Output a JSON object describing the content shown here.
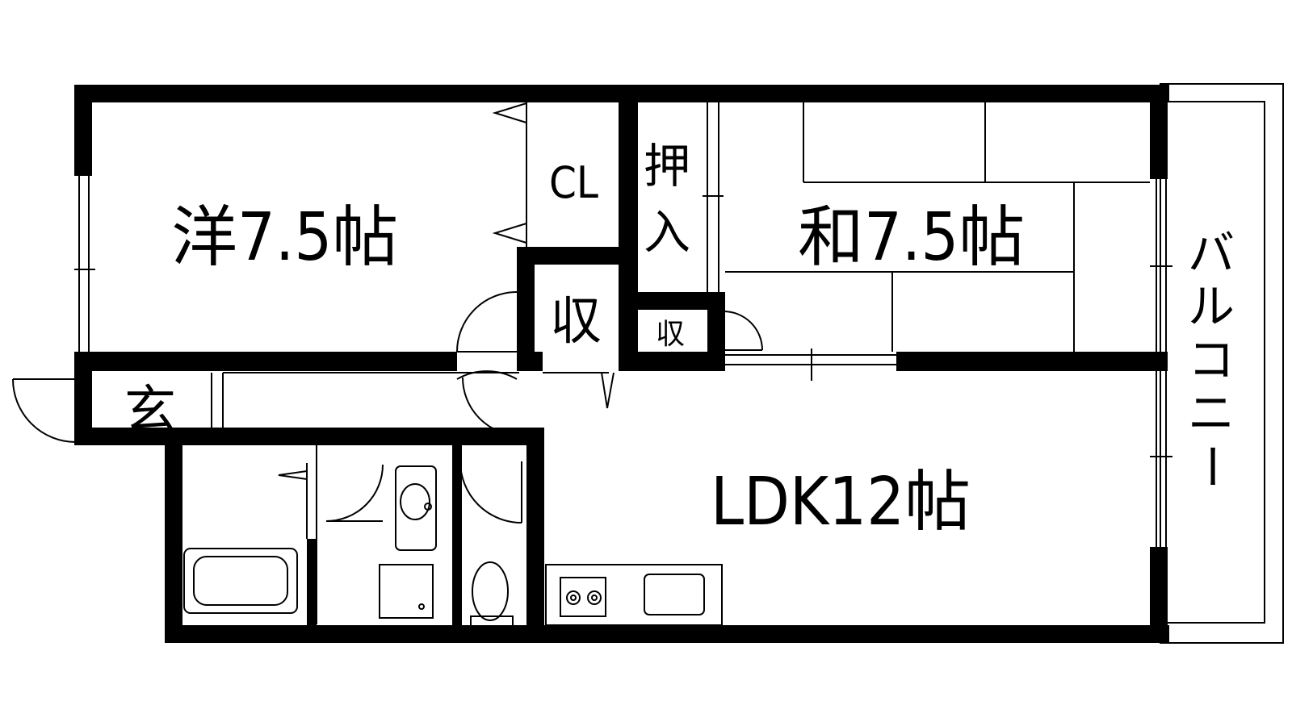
{
  "floor_plan": {
    "rooms": {
      "western_room": "洋7.5帖",
      "japanese_room": "和7.5帖",
      "ldk": "LDK12帖",
      "closet": "CL",
      "oshiire": "押\n入",
      "storage_1": "収",
      "storage_2": "収",
      "entrance": "玄",
      "balcony": "バルコニー"
    },
    "colors": {
      "wall": "#000000",
      "background": "#ffffff"
    }
  }
}
